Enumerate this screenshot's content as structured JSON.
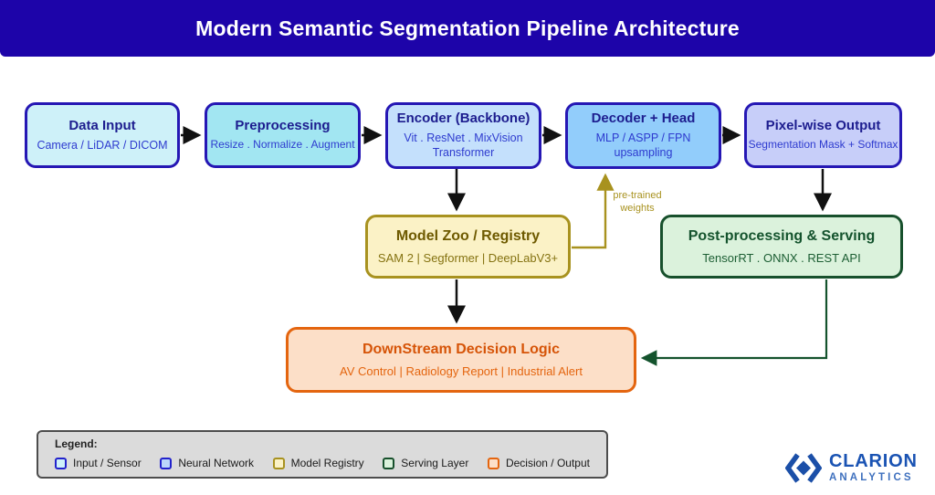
{
  "header": {
    "title": "Modern Semantic Segmentation Pipeline Architecture",
    "bg": "#1d04a9",
    "text_color": "#ffffff"
  },
  "nodes": {
    "data_input": {
      "title": "Data Input",
      "subtitle": "Camera / LiDAR / DICOM",
      "fill": "#cef1f9",
      "border": "#2517b4",
      "title_color": "#1d1d8f",
      "subtitle_color": "#2e3bcf"
    },
    "preprocessing": {
      "title": "Preprocessing",
      "subtitle": "Resize . Normalize . Augment",
      "fill": "#a2e6f2",
      "border": "#2517b4",
      "title_color": "#1d1d8f",
      "subtitle_color": "#2e3bcf"
    },
    "encoder": {
      "title": "Encoder (Backbone)",
      "subtitle": "Vit . ResNet . MixVision Transformer",
      "fill": "#c4e0fc",
      "border": "#2517b4",
      "title_color": "#1d1d8f",
      "subtitle_color": "#2e3bcf"
    },
    "decoder": {
      "title": "Decoder + Head",
      "subtitle": "MLP / ASPP / FPN upsampling",
      "fill": "#92cdfb",
      "border": "#2517b4",
      "title_color": "#1d1d8f",
      "subtitle_color": "#2e3bcf"
    },
    "pixel_output": {
      "title": "Pixel-wise Output",
      "subtitle": "Segmentation Mask + Softmax",
      "fill": "#c7cef9",
      "border": "#2517b4",
      "title_color": "#1d1d8f",
      "subtitle_color": "#2e3bcf"
    },
    "model_zoo": {
      "title": "Model Zoo / Registry",
      "subtitle": "SAM 2 | Segformer | DeepLabV3+",
      "fill": "#fbf2c6",
      "border": "#a8921f",
      "title_color": "#6e5a00",
      "subtitle_color": "#857312"
    },
    "post_processing": {
      "title": "Post-processing & Serving",
      "subtitle": "TensorRT . ONNX . REST API",
      "fill": "#dbf2dc",
      "border": "#17502c",
      "title_color": "#14532d",
      "subtitle_color": "#1c5e33"
    },
    "downstream": {
      "title": "DownStream Decision Logic",
      "subtitle": "AV Control | Radiology Report | Industrial Alert",
      "fill": "#fcdfc8",
      "border": "#e4650f",
      "title_color": "#d65408",
      "subtitle_color": "#e4650f"
    }
  },
  "edges": {
    "flow_color": "#111111",
    "pretrained_color": "#a8921f",
    "serving_color": "#14532d",
    "pretrained_label_line1": "pre-trained",
    "pretrained_label_line2": "weights"
  },
  "legend": {
    "title": "Legend:",
    "items": [
      {
        "label": "Input / Sensor",
        "fill": "#cef1f9",
        "border": "#2222cc"
      },
      {
        "label": "Neural Network",
        "fill": "#bbd7fb",
        "border": "#2222cc"
      },
      {
        "label": "Model Registry",
        "fill": "#fbf2c6",
        "border": "#a8921f"
      },
      {
        "label": "Serving Layer",
        "fill": "#dbf2dc",
        "border": "#17502c"
      },
      {
        "label": "Decision / Output",
        "fill": "#fcdfc8",
        "border": "#e4650f"
      }
    ]
  },
  "logo": {
    "name": "CLARION",
    "sub": "ANALYTICS",
    "name_color": "#1a53b3",
    "sub_color": "#3e70be",
    "icon_color": "#1b4fa8"
  }
}
